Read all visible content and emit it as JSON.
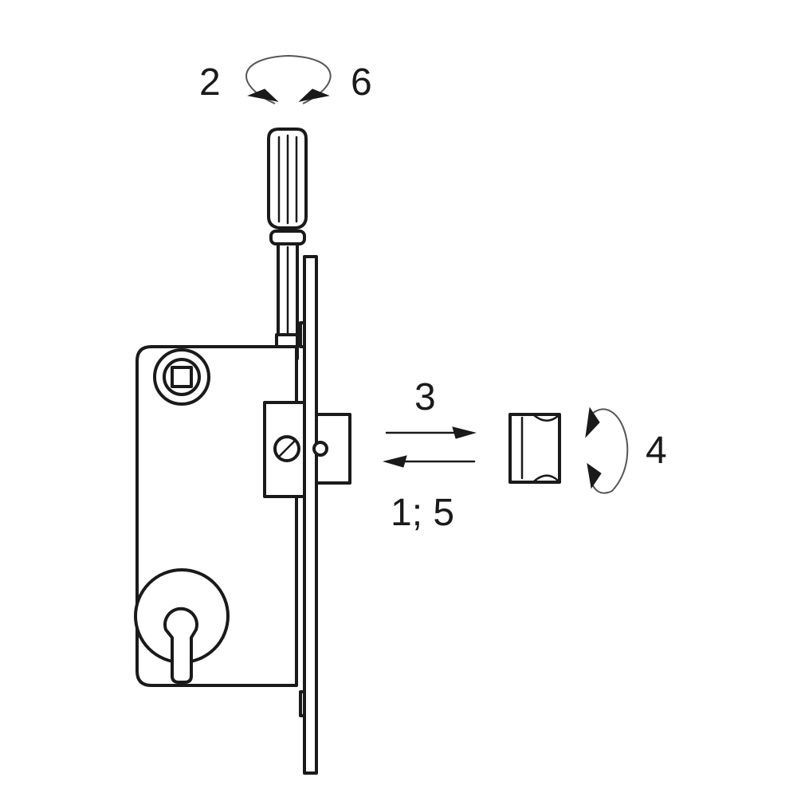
{
  "steps": {
    "rotate_screwdriver": {
      "left": "2",
      "right": "6"
    },
    "insert": "3",
    "remove": "1; 5",
    "rotate_latch": "4"
  },
  "colors": {
    "line": "#1a1a1a",
    "background": "#ffffff",
    "arc": "#555555"
  },
  "icons": [
    "screwdriver-icon",
    "mortise-lock-icon",
    "latch-bolt-icon",
    "rotation-arrow-icon"
  ]
}
